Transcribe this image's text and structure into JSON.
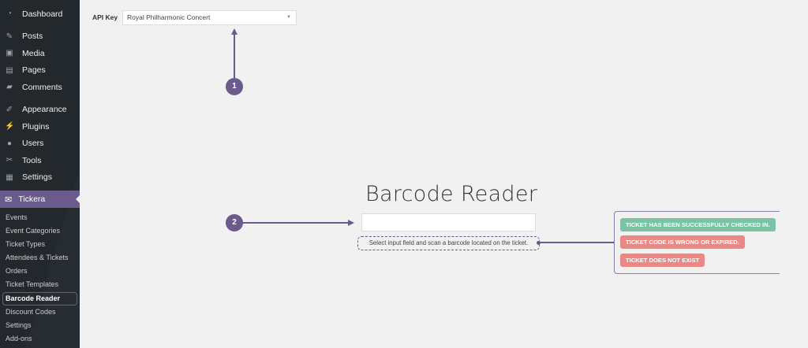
{
  "sidebar": {
    "top_items": [
      {
        "label": "Dashboard",
        "icon": "dashboard-icon",
        "glyph": "◔"
      },
      {
        "label": "Posts",
        "icon": "pin-icon",
        "glyph": "✎"
      },
      {
        "label": "Media",
        "icon": "media-icon",
        "glyph": "▣"
      },
      {
        "label": "Pages",
        "icon": "pages-icon",
        "glyph": "▤"
      },
      {
        "label": "Comments",
        "icon": "comment-icon",
        "glyph": "▰"
      },
      {
        "label": "Appearance",
        "icon": "brush-icon",
        "glyph": "✐"
      },
      {
        "label": "Plugins",
        "icon": "plug-icon",
        "glyph": "⚡"
      },
      {
        "label": "Users",
        "icon": "user-icon",
        "glyph": "●"
      },
      {
        "label": "Tools",
        "icon": "wrench-icon",
        "glyph": "✂"
      },
      {
        "label": "Settings",
        "icon": "settings-icon",
        "glyph": "▦"
      }
    ],
    "active_parent": {
      "label": "Tickera",
      "icon": "ticket-icon",
      "glyph": "✉"
    },
    "submenu": [
      "Events",
      "Event Categories",
      "Ticket Types",
      "Attendees & Tickets",
      "Orders",
      "Ticket Templates",
      "Barcode Reader",
      "Discount Codes",
      "Settings",
      "Add-ons"
    ],
    "active_submenu": "Barcode Reader"
  },
  "api_key": {
    "label": "API Key",
    "selected": "Royal Philharmonic Concert",
    "caret": "▼"
  },
  "annotations": {
    "one": "1",
    "two": "2"
  },
  "main": {
    "title": "Barcode Reader",
    "hint": "Select input field and scan a barcode located on the ticket."
  },
  "statuses": [
    {
      "label": "TICKET HAS BEEN SUCCESSFULLY CHECKED IN.",
      "color": "#7cc3a5"
    },
    {
      "label": "TICKET CODE IS WRONG OR EXPIRED.",
      "color": "#e78a86"
    },
    {
      "label": "TICKET DOES NOT EXIST",
      "color": "#e78a86"
    }
  ],
  "colors": {
    "accent": "#6b5b8d",
    "sidebar": "#23282d",
    "background": "#f1f1f1"
  }
}
